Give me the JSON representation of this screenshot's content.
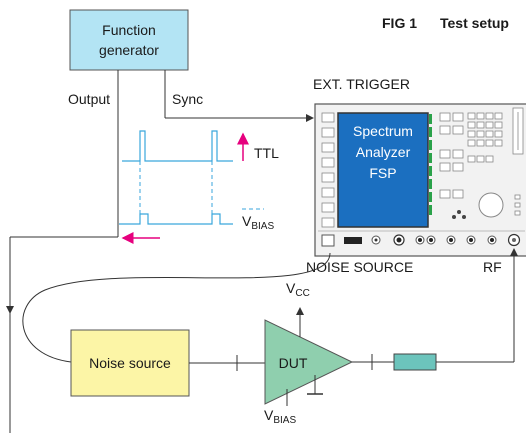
{
  "figure": {
    "number": "FIG 1",
    "title": "Test setup"
  },
  "blocks": {
    "function_generator": {
      "line1": "Function",
      "line2": "generator"
    },
    "noise_source": "Noise source",
    "dut": "DUT"
  },
  "analyzer": {
    "screen_line1": "Spectrum",
    "screen_line2": "Analyzer",
    "screen_line3": "FSP",
    "ext_trigger_label": "EXT. TRIGGER",
    "noise_source_port_label": "NOISE SOURCE",
    "rf_port_label": "RF"
  },
  "signals": {
    "output_label": "Output",
    "sync_label": "Sync",
    "ttl_label": "TTL",
    "vbias_main": "V",
    "vbias_sub": "BIAS",
    "vcc_main": "V",
    "vcc_sub": "CC",
    "dut_vbias_main": "V",
    "dut_vbias_sub": "BIAS"
  },
  "colors": {
    "function_generator_fill": "#b3e4f4",
    "noise_source_fill": "#fcf5a6",
    "dut_fill": "#8fcfae",
    "attenuator_fill": "#6cc4bc",
    "screen_fill": "#1b6fc0",
    "pulse_color": "#3aa6dc",
    "arrow_magenta": "#e6007e",
    "wire": "#333333"
  }
}
